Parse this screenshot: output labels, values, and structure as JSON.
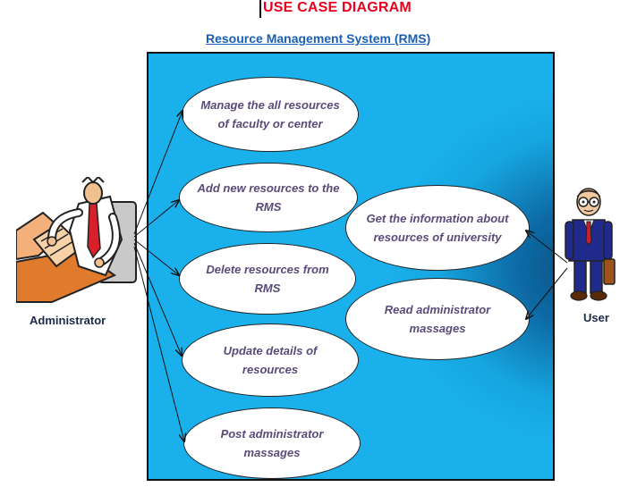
{
  "title": "USE CASE DIAGRAM",
  "system": {
    "name": "Resource Management System (RMS)"
  },
  "actors": {
    "admin": {
      "label": "Administrator"
    },
    "user": {
      "label": "User"
    }
  },
  "use_cases": {
    "manage": "Manage the all resources of faculty or center",
    "add": "Add new resources to the RMS",
    "delete": "Delete resources from RMS",
    "update": "Update details of resources",
    "post": "Post administrator massages",
    "get_info": "Get the information about resources of university",
    "read": "Read administrator massages"
  },
  "colors": {
    "title": "#e8001c",
    "system_name": "#1a5fb4",
    "boundary": "#1ab0ec",
    "usecase_text": "#5a4a7a"
  }
}
